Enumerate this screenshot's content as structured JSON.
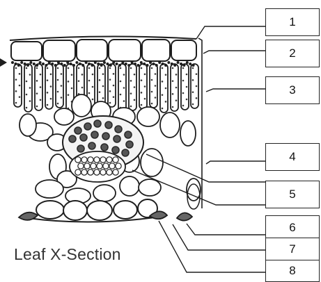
{
  "caption": "Leaf X-Section",
  "labels": [
    "1",
    "2",
    "3",
    "4",
    "5",
    "6",
    "7",
    "8"
  ],
  "colors": {
    "ink": "#1e1e1e",
    "background": "#ffffff",
    "stipple": "#3a3a3a"
  },
  "icons": {
    "pointer": "arrow-right-icon"
  }
}
